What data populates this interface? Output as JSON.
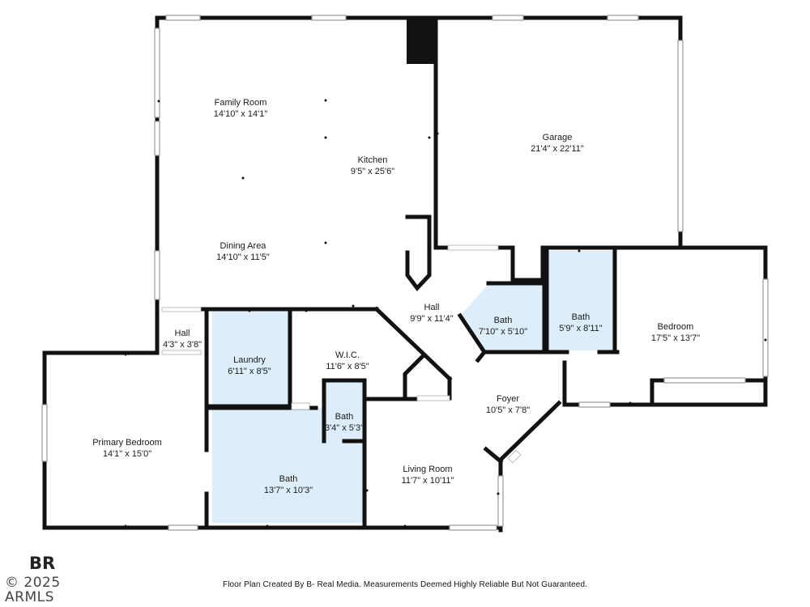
{
  "rooms": {
    "family_room": {
      "name": "Family Room",
      "dim": "14'10\" x 14'1\""
    },
    "kitchen": {
      "name": "Kitchen",
      "dim": "9'5\" x 25'6\""
    },
    "garage": {
      "name": "Garage",
      "dim": "21'4\" x 22'11\""
    },
    "dining_area": {
      "name": "Dining Area",
      "dim": "14'10\" x 11'5\""
    },
    "hall_main": {
      "name": "Hall",
      "dim": "9'9\" x 11'4\""
    },
    "bath_hall": {
      "name": "Bath",
      "dim": "7'10\" x 5'10\""
    },
    "bath_guest": {
      "name": "Bath",
      "dim": "5'9\" x 8'11\""
    },
    "bedroom": {
      "name": "Bedroom",
      "dim": "17'5\" x 13'7\""
    },
    "hall_small": {
      "name": "Hall",
      "dim": "4'3\" x 3'8\""
    },
    "laundry": {
      "name": "Laundry",
      "dim": "6'11\" x 8'5\""
    },
    "wic": {
      "name": "W.I.C.",
      "dim": "11'6\" x 8'5\""
    },
    "foyer": {
      "name": "Foyer",
      "dim": "10'5\" x 7'8\""
    },
    "bath_small": {
      "name": "Bath",
      "dim": "3'4\" x 5'3\""
    },
    "primary_bedroom": {
      "name": "Primary Bedroom",
      "dim": "14'1\" x 15'0\""
    },
    "bath_primary": {
      "name": "Bath",
      "dim": "13'7\" x 10'3\""
    },
    "living_room": {
      "name": "Living Room",
      "dim": "11'7\" x 10'11\""
    }
  },
  "footer": {
    "disclaimer": "Floor Plan Created By B- Real Media. Measurements Deemed Highly Reliable But Not Guaranteed."
  },
  "brand": {
    "logo_letters": "BR",
    "copyright": "2025 ARMLS"
  },
  "colors": {
    "wall": "#111111",
    "bath_fill": "#ddeefa",
    "window": "#9a9a9a"
  }
}
